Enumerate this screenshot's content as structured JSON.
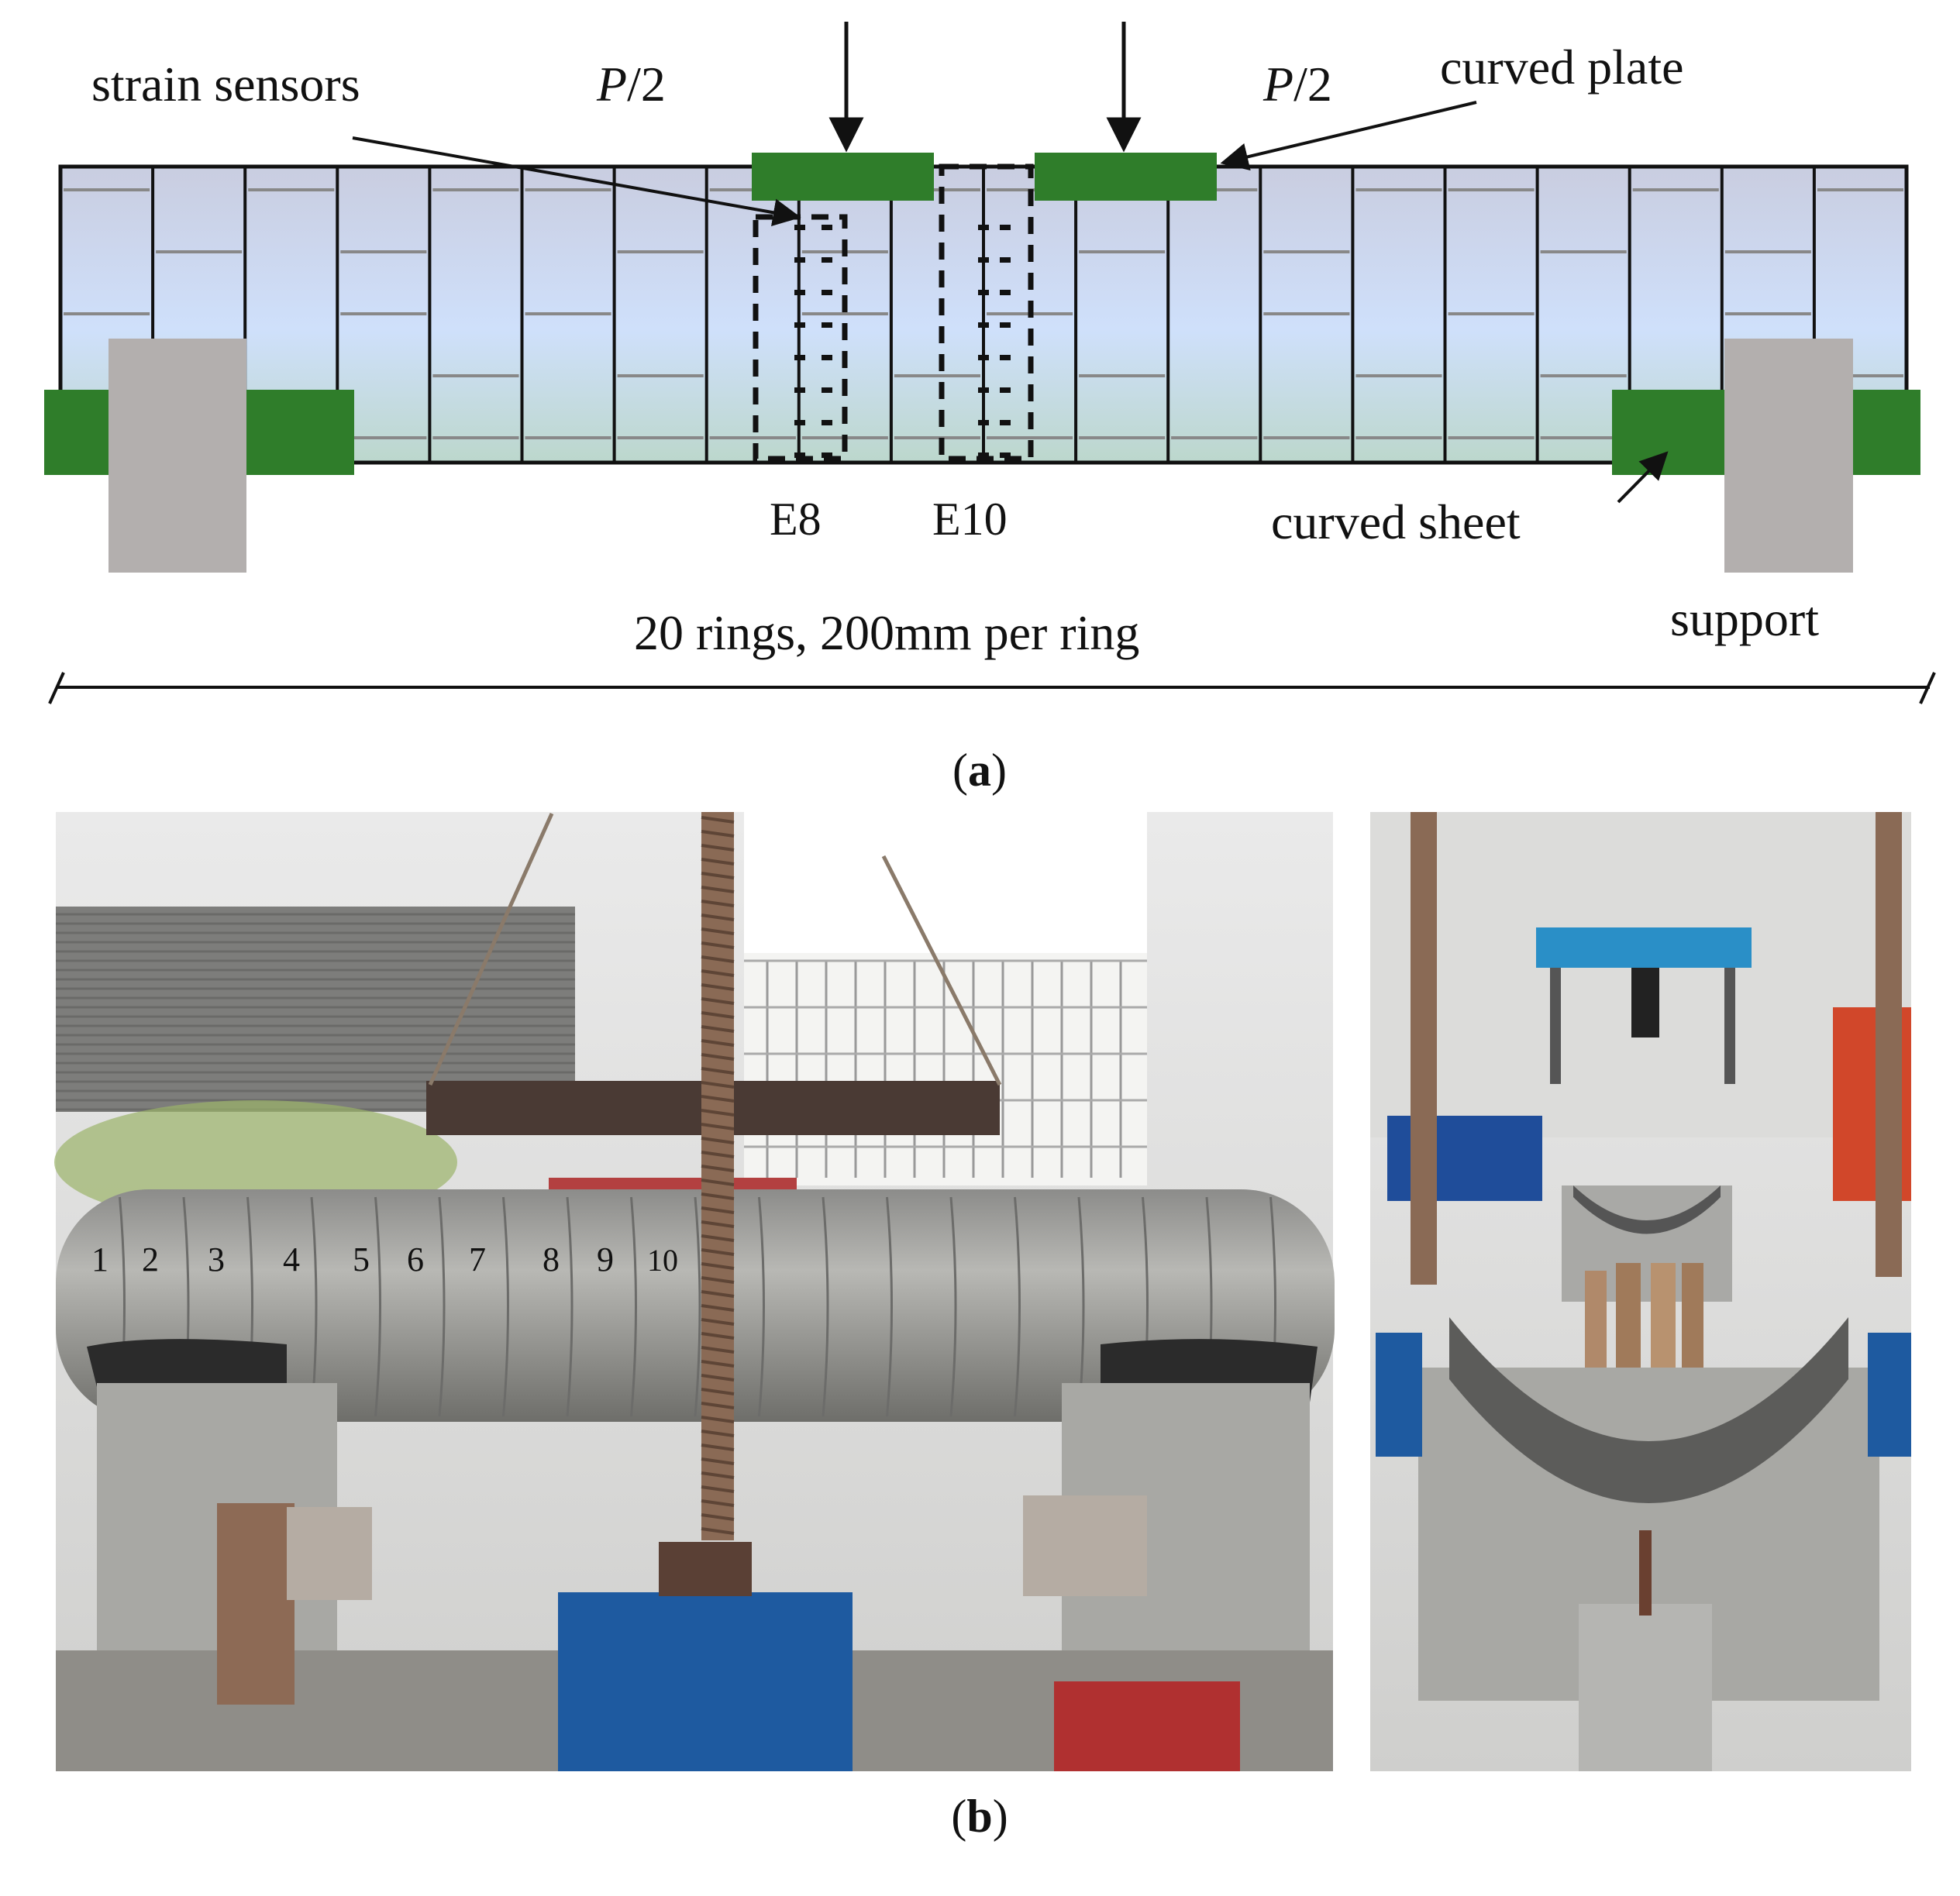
{
  "figure_a": {
    "labels": {
      "strain_sensors": "strain sensors",
      "load_left": "P/2",
      "load_right": "P/2",
      "curved_plate": "curved plate",
      "curved_sheet": "curved sheet",
      "support": "support",
      "e8": "E8",
      "e10": "E10",
      "dimension": "20 rings, 200mm per ring"
    },
    "load_symbol": "P",
    "load_divisor": "/2",
    "ring_count": 20,
    "colors": {
      "plate": "#2f7d2a",
      "support": "#b3afae",
      "tunnel_top": "#c9cde0",
      "tunnel_bottom": "#cfe0fb",
      "outline": "#111111"
    },
    "caption": {
      "open": "(",
      "letter": "a",
      "close": ")"
    }
  },
  "figure_b": {
    "caption": {
      "open": "(",
      "letter": "b",
      "close": ")"
    },
    "ring_numbers": [
      "1",
      "2",
      "3",
      "4",
      "5",
      "6",
      "7",
      "8",
      "9",
      "10"
    ],
    "colors": {
      "concrete": "#a8a8a4",
      "steel_blue": "#1e5aa0",
      "steel_beam": "#4a3a34",
      "screw": "#8a6a55",
      "wall": "#e4e4e2"
    }
  }
}
